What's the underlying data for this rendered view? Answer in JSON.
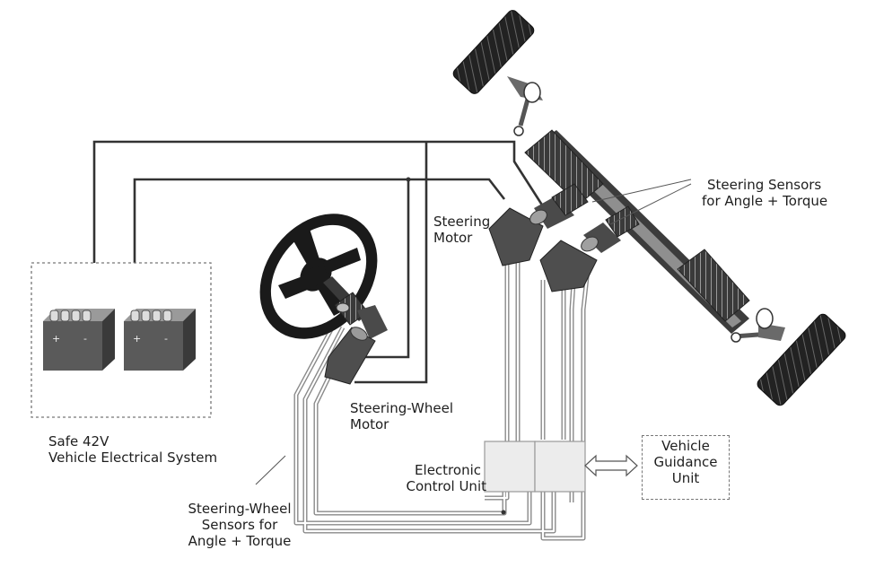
{
  "labels": {
    "steering_sensors": [
      "Steering Sensors",
      "for Angle + Torque"
    ],
    "steering_motor": [
      "Steering",
      "Motor"
    ],
    "steering_wheel_motor": [
      "Steering-Wheel",
      "Motor"
    ],
    "electrical_system": [
      "Safe 42V",
      "Vehicle Electrical System"
    ],
    "ecu": [
      "Electronic",
      "Control Unit"
    ],
    "guidance": [
      "Vehicle",
      "Guidance",
      "Unit"
    ],
    "wheel_sensors": [
      "Steering-Wheel",
      "Sensors for",
      "Angle + Torque"
    ]
  },
  "battery_terminals": [
    "+",
    "-"
  ],
  "colors": {
    "wire": "#333333",
    "sensor_cable": "#8c8c8c",
    "motor": "#4e4e4e",
    "tire": "#2a2a2a",
    "ecu_fill": "#ececec",
    "dashed": "#777777"
  }
}
